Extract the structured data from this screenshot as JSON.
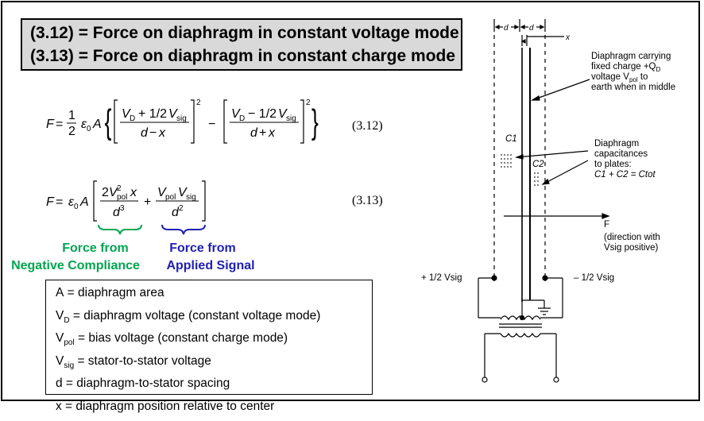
{
  "title_box": {
    "line1": "(3.12) = Force on diaphragm in constant voltage mode",
    "line2": "(3.13) = Force on diaphragm in constant charge mode"
  },
  "equations": {
    "eq312_number": "(3.12)",
    "eq313_number": "(3.13)"
  },
  "labels": {
    "negative_compliance_line1": "Force from",
    "negative_compliance_line2": "Negative Compliance",
    "applied_signal_line1": "Force from",
    "applied_signal_line2": "Applied Signal"
  },
  "definitions": [
    {
      "sym": "A",
      "sub": "",
      "text": " = diaphragm area"
    },
    {
      "sym": "V",
      "sub": "D",
      "text": " = diaphragm voltage  (constant voltage mode)"
    },
    {
      "sym": "V",
      "sub": "pol",
      "text": " = bias voltage (constant charge mode)"
    },
    {
      "sym": "V",
      "sub": "sig",
      "text": " = stator-to-stator voltage"
    },
    {
      "sym": "d",
      "sub": "",
      "text": " = diaphragm-to-stator spacing"
    },
    {
      "sym": "x",
      "sub": "",
      "text": " = diaphragm position relative to center"
    }
  ],
  "diagram": {
    "dim_d_left": "d",
    "dim_d_right": "d",
    "x_label": "x",
    "annotation1": [
      "Diaphragm carrying",
      "fixed charge +Q",
      "voltage V",
      "earth when in middle"
    ],
    "annotation1_subs": [
      "D",
      "pol"
    ],
    "annotation1_tail": " to",
    "annotation2": [
      "Diaphragm",
      "capacitances",
      "to plates:",
      "C1 + C2 = Ctot"
    ],
    "c1_label": "C1",
    "c2_label": "C2",
    "force_label": "F",
    "force_note1": "(direction with",
    "force_note2": "Vsig positive)",
    "left_voltage": "+ 1/2 Vsig",
    "right_voltage": "– 1/2 Vsig"
  },
  "colors": {
    "green": "#00a550",
    "blue": "#1f1fb4",
    "title_bg": "#d9d9d9"
  }
}
